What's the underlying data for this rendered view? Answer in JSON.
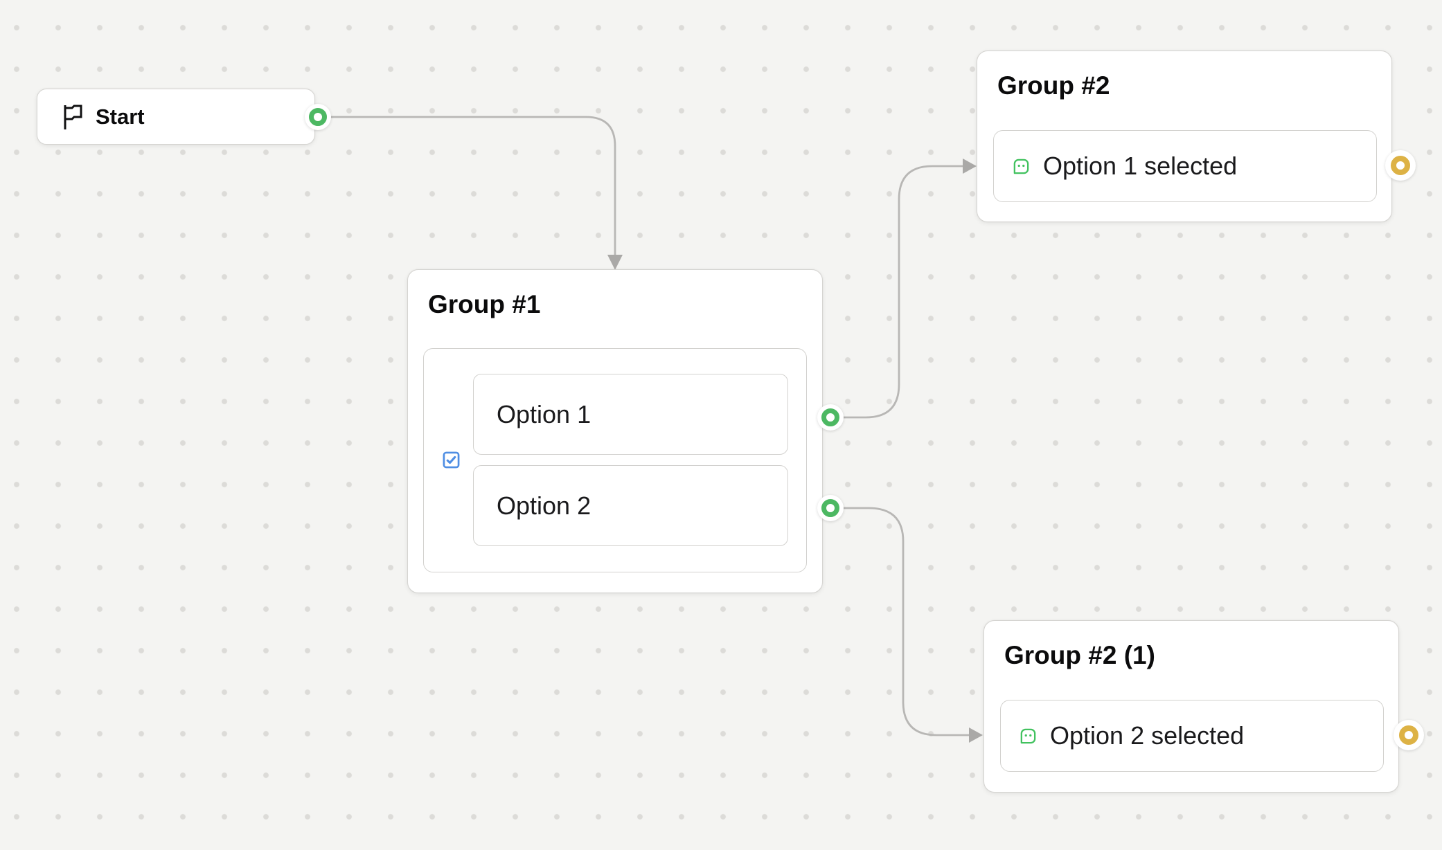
{
  "canvas": {
    "background_color": "#f4f4f2",
    "dot_color": "#dcdbd8"
  },
  "colors": {
    "edge_color": "#b8b7b5",
    "arrow_color": "#aaa9a7",
    "node_border": "#d5d4d1",
    "inner_border": "#d2d1ce",
    "handle_green": "#4cb862",
    "handle_yellow": "#ddb245",
    "checkbox_blue": "#4f8ee3",
    "bot_icon_green": "#42c25f",
    "title_color": "#0b0b0c",
    "body_text": "#1a1a1c"
  },
  "nodes": {
    "start": {
      "label": "Start",
      "icon": "flag-icon"
    },
    "group1": {
      "title": "Group #1",
      "checkbox_checked": true,
      "options": [
        {
          "label": "Option 1"
        },
        {
          "label": "Option 2"
        }
      ]
    },
    "group2": {
      "title": "Group #2",
      "rows": [
        {
          "label": "Option 1 selected",
          "icon": "bot-message-icon"
        }
      ]
    },
    "group2_1": {
      "title": "Group #2 (1)",
      "rows": [
        {
          "label": "Option 2 selected",
          "icon": "bot-message-icon"
        }
      ]
    }
  }
}
